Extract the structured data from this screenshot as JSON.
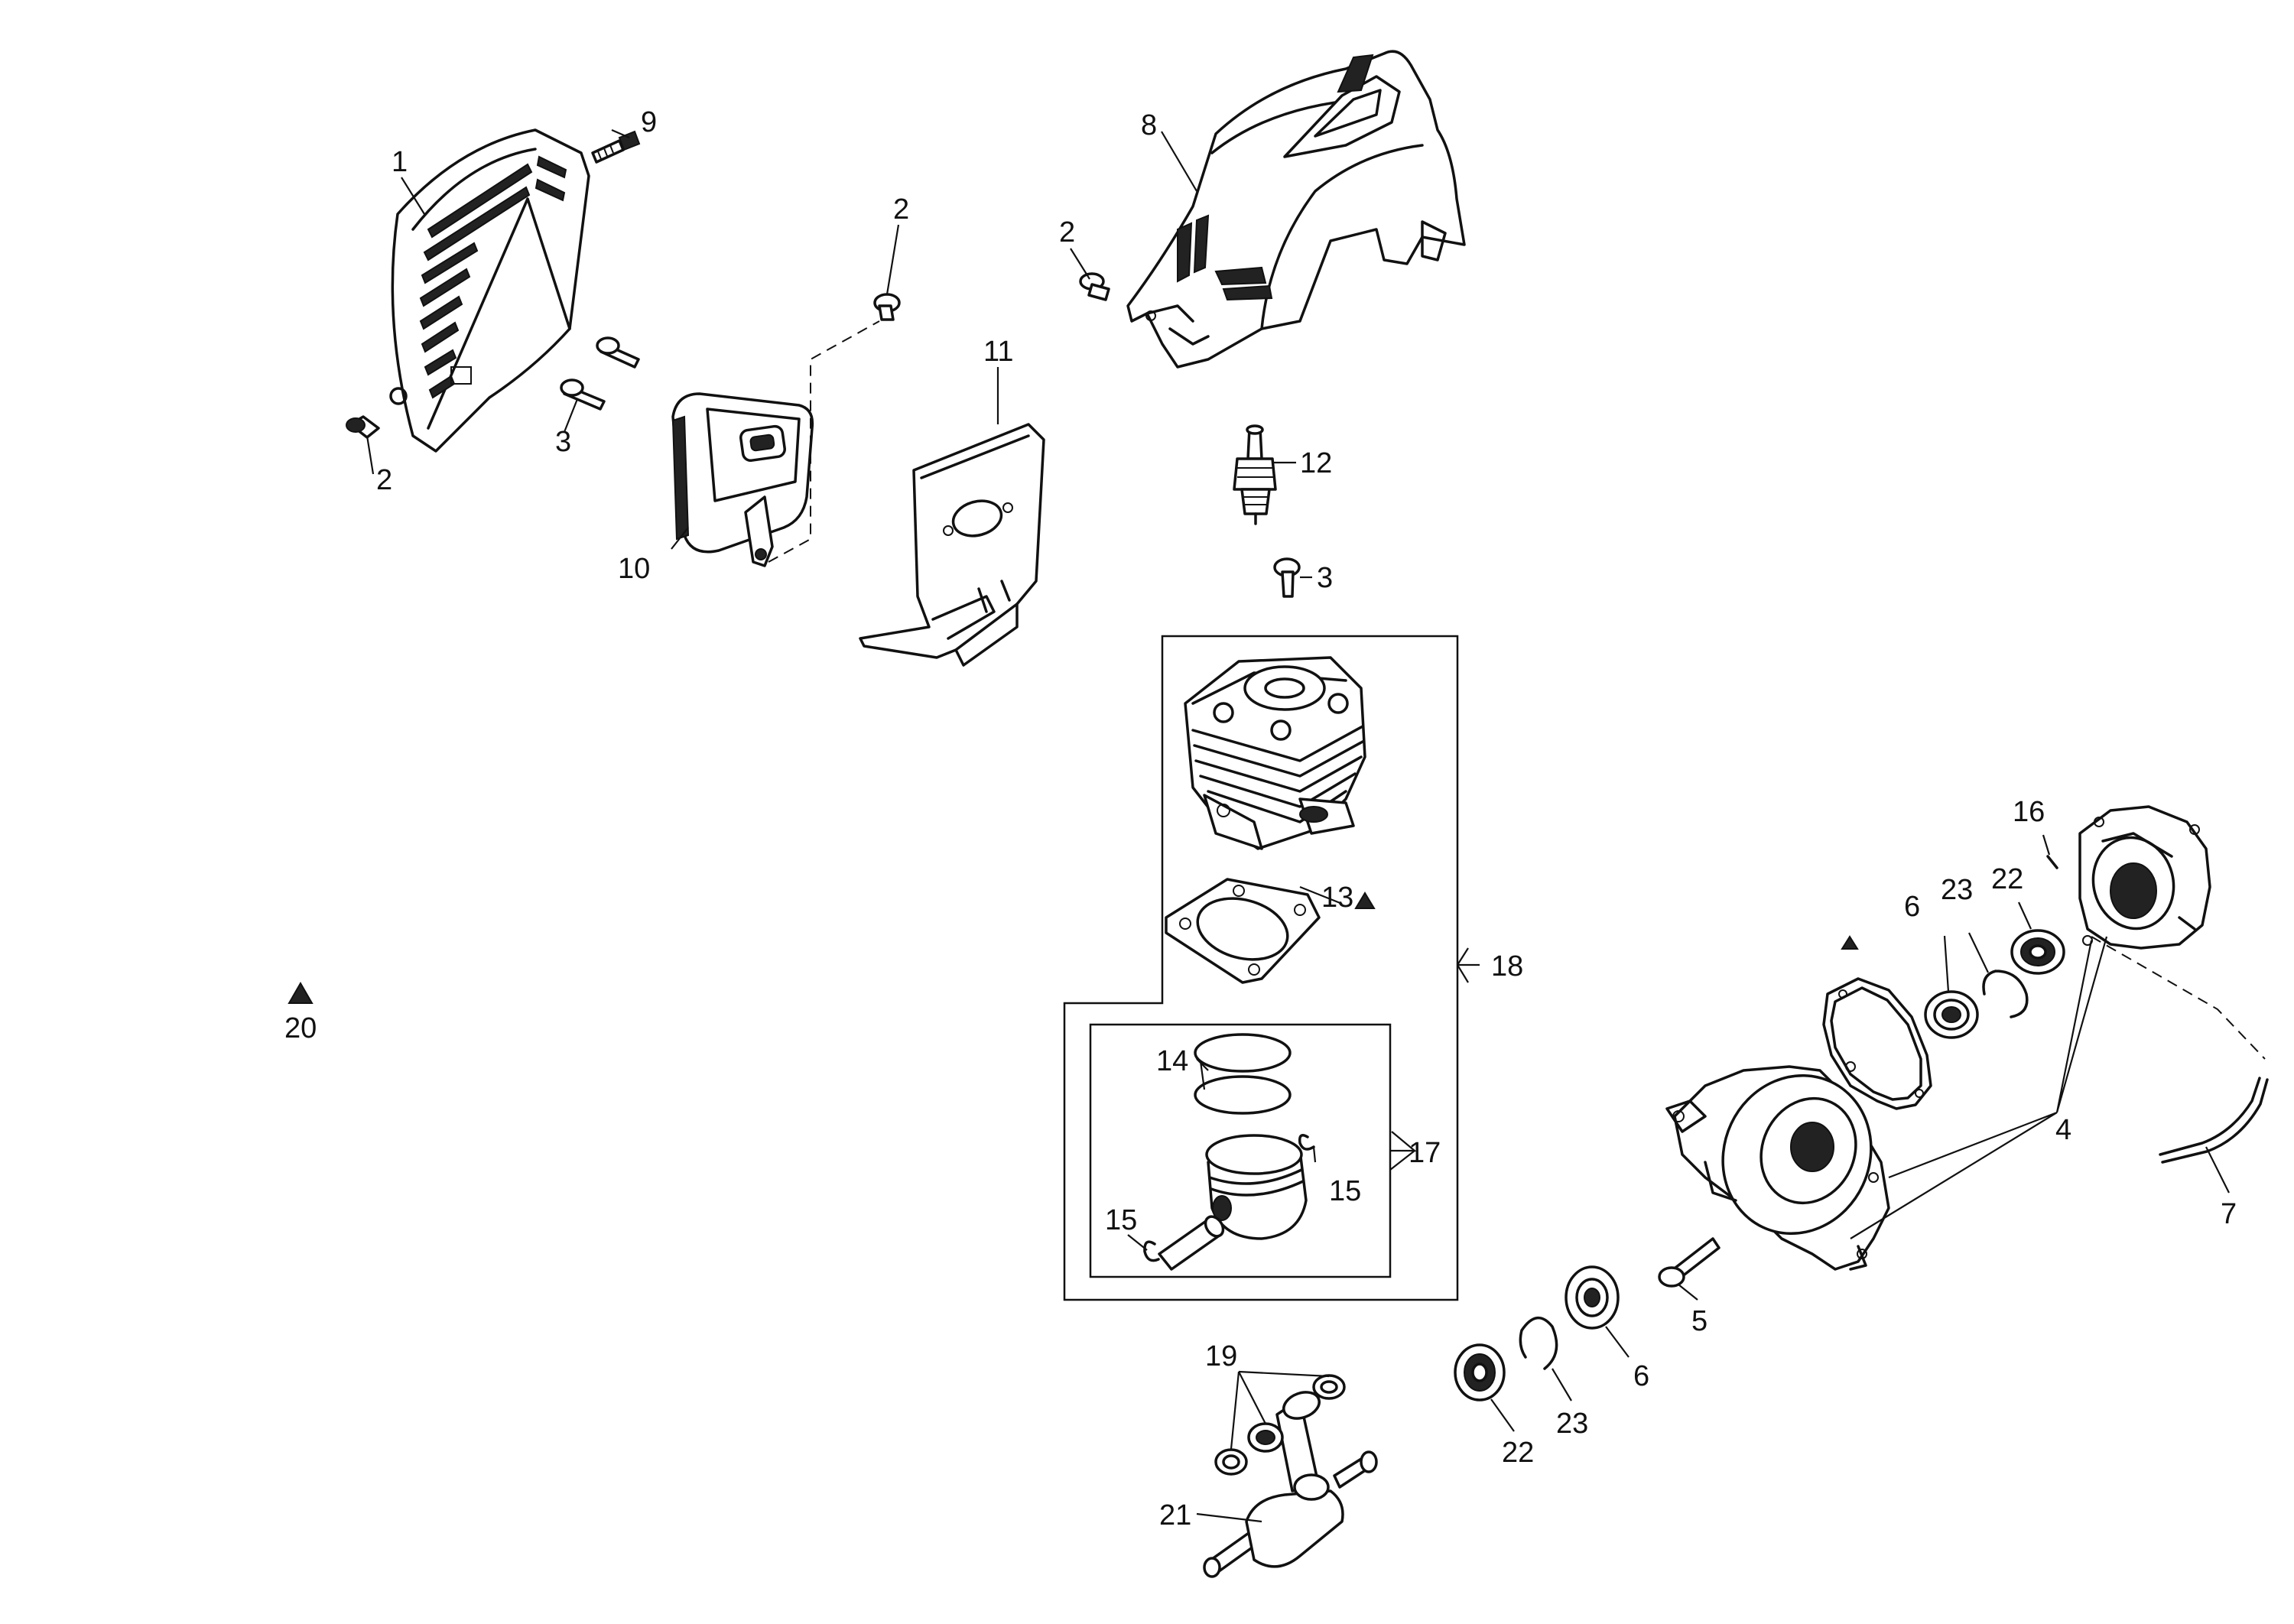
{
  "callouts": {
    "c1": "1",
    "c2a": "2",
    "c2b": "2",
    "c2c": "2",
    "c3a": "3",
    "c3b": "3",
    "c4": "4",
    "c5": "5",
    "c6a": "6",
    "c6b": "6",
    "c7": "7",
    "c8": "8",
    "c9": "9",
    "c10": "10",
    "c11": "11",
    "c12": "12",
    "c13": "13",
    "c14": "14",
    "c15a": "15",
    "c15b": "15",
    "c16": "16",
    "c17": "17",
    "c18": "18",
    "c19": "19",
    "c20": "20",
    "c21": "21",
    "c22a": "22",
    "c22b": "22",
    "c23a": "23",
    "c23b": "23"
  },
  "marker_symbol": "▲",
  "icons": [
    "warning-triangle-icon"
  ]
}
